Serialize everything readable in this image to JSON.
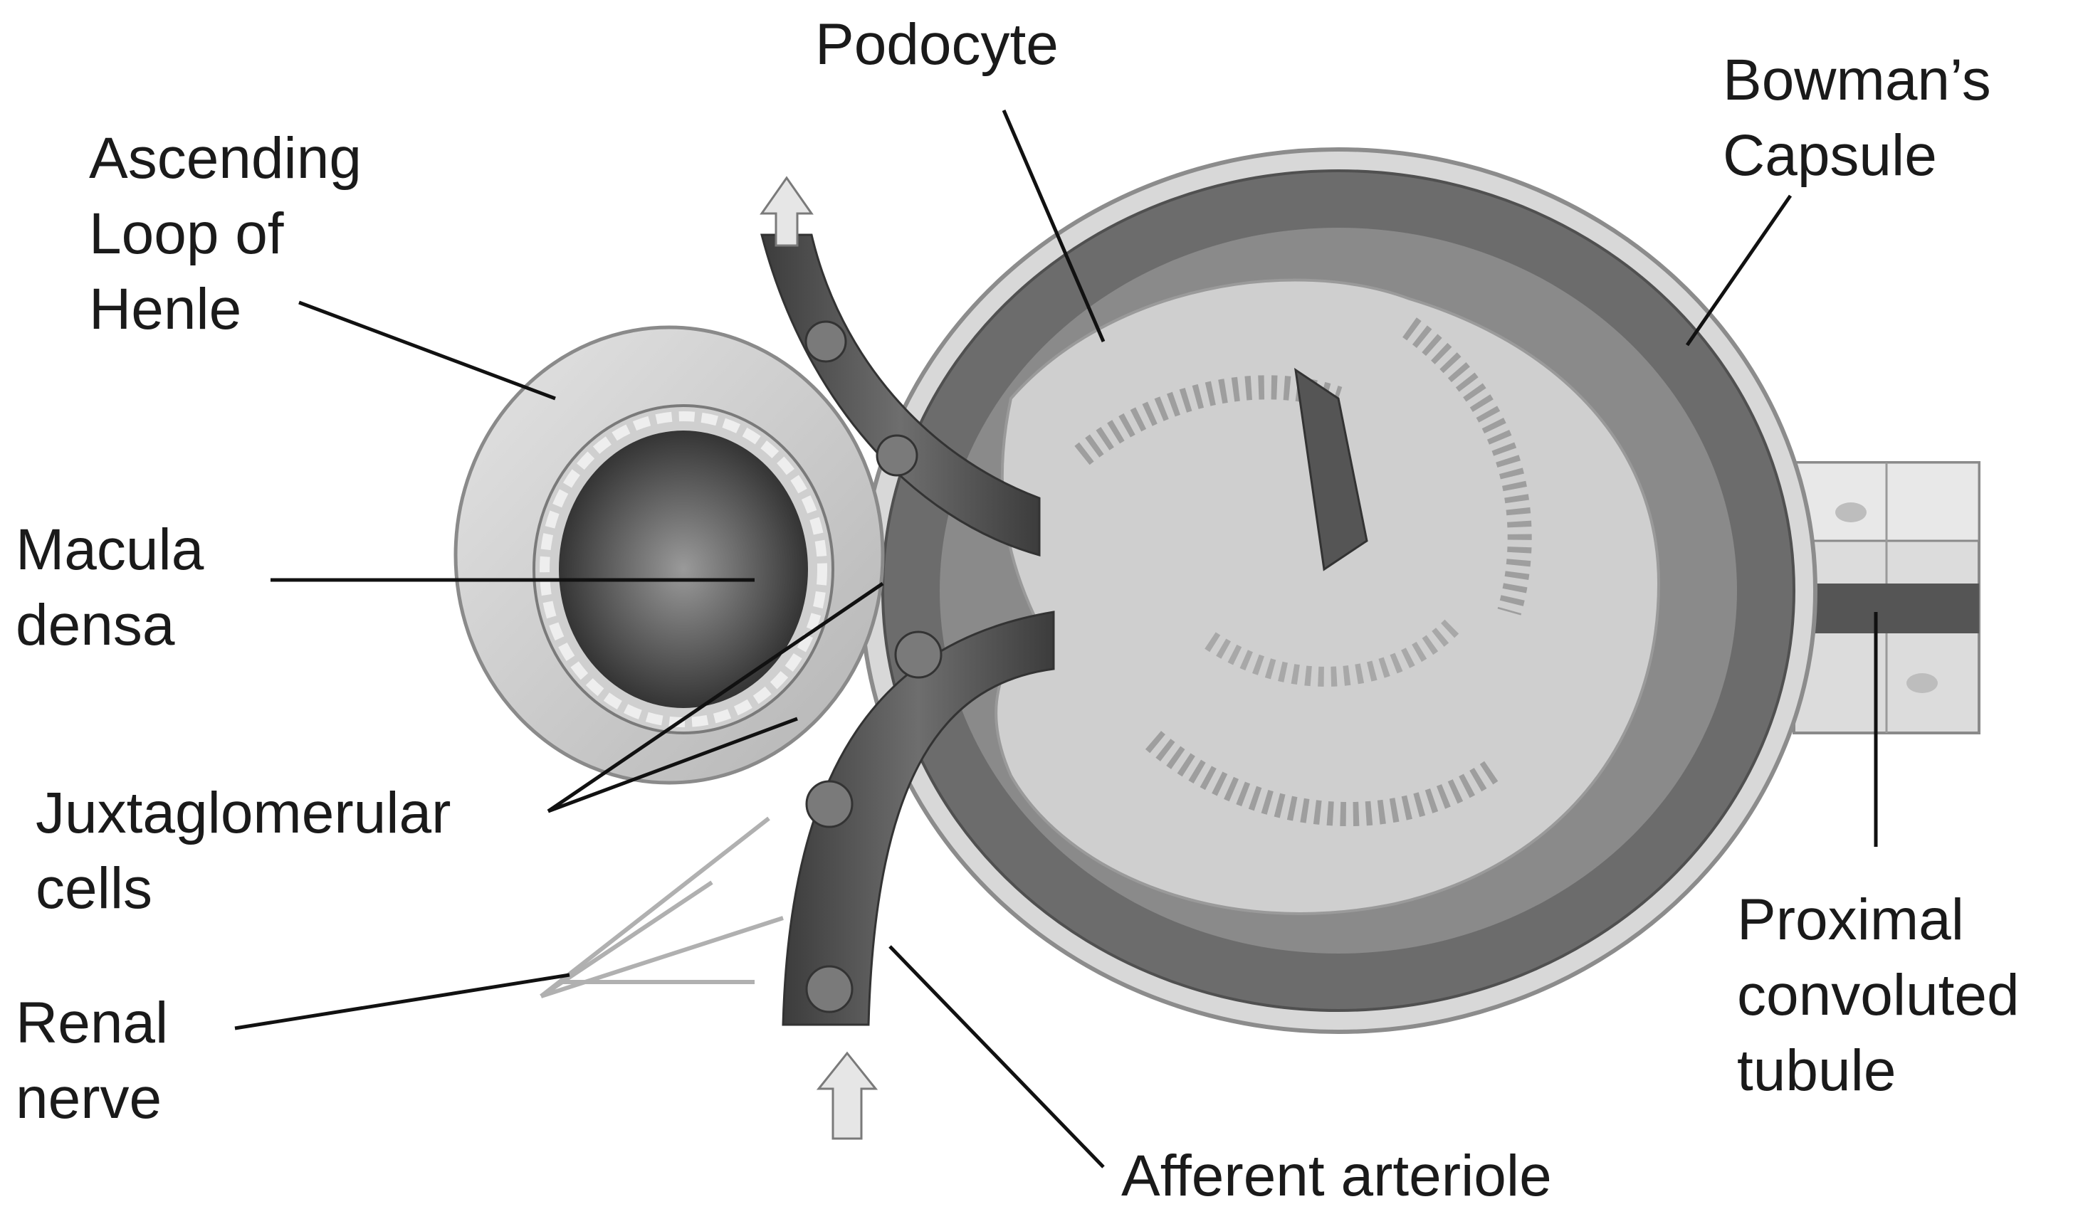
{
  "diagram": {
    "labels": {
      "podocyte": [
        "Podocyte"
      ],
      "bowmans_capsule": [
        "Bowman’s",
        "Capsule"
      ],
      "ascending_loop": [
        "Ascending",
        "Loop of",
        "Henle"
      ],
      "macula_densa": [
        "Macula",
        "densa"
      ],
      "juxtaglomerular": [
        "Juxtaglomerular",
        "cells"
      ],
      "renal_nerve": [
        "Renal",
        "nerve"
      ],
      "afferent_arteriole": [
        "Afferent arteriole"
      ],
      "proximal_tubule": [
        "Proximal",
        "convoluted",
        "tubule"
      ]
    },
    "colors": {
      "background": "#ffffff",
      "text": "#1a1a1a",
      "leader": "#111111",
      "capsule_dark": "#707070",
      "capsule_cell": "#858585",
      "glomerulus": "#c8c8c8",
      "vessel": "#5a5a5a",
      "tubule": "#d6d6d6"
    }
  }
}
